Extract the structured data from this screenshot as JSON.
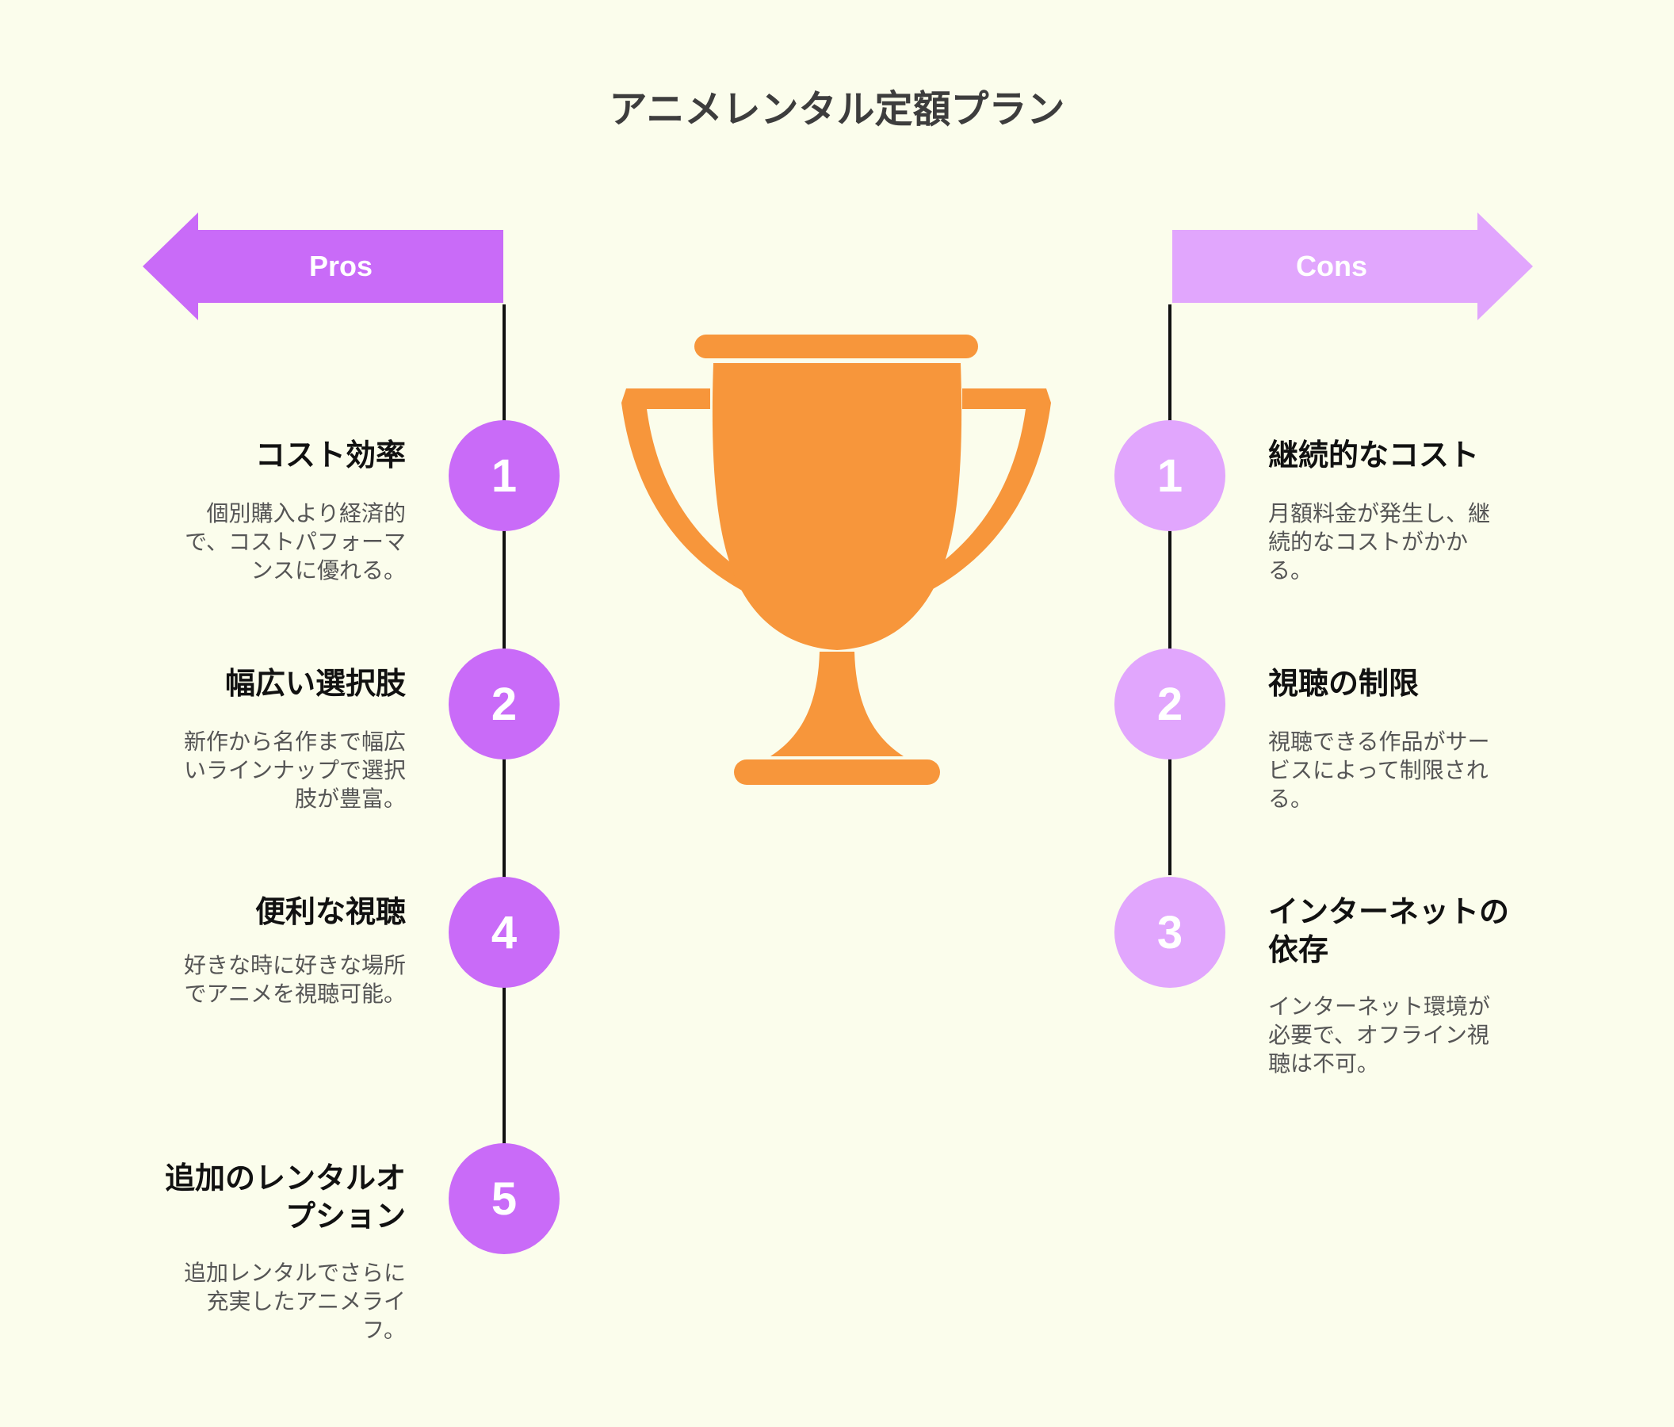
{
  "title": "アニメレンタル定額プラン",
  "colors": {
    "pros": "#c96bf8",
    "cons": "#e1a6fd",
    "trophy": "#f7963b",
    "background": "#fbfdec"
  },
  "pros": {
    "label": "Pros",
    "items": [
      {
        "number": "1",
        "title": "コスト効率",
        "desc": "個別購入より経済的で、コストパフォーマンスに優れる。"
      },
      {
        "number": "2",
        "title": "幅広い選択肢",
        "desc": "新作から名作まで幅広いラインナップで選択肢が豊富。"
      },
      {
        "number": "4",
        "title": "便利な視聴",
        "desc": "好きな時に好きな場所でアニメを視聴可能。"
      },
      {
        "number": "5",
        "title": "追加のレンタルオプション",
        "desc": "追加レンタルでさらに充実したアニメライフ。"
      }
    ]
  },
  "cons": {
    "label": "Cons",
    "items": [
      {
        "number": "1",
        "title": "継続的なコスト",
        "desc": "月額料金が発生し、継続的なコストがかかる。"
      },
      {
        "number": "2",
        "title": "視聴の制限",
        "desc": "視聴できる作品がサービスによって制限される。"
      },
      {
        "number": "3",
        "title": "インターネットの依存",
        "desc": "インターネット環境が必要で、オフライン視聴は不可。"
      }
    ]
  },
  "icons": {
    "center": "trophy-icon"
  }
}
